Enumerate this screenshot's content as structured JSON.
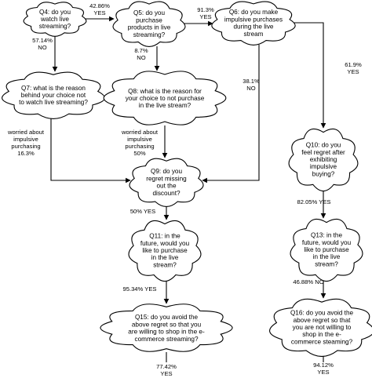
{
  "nodes": {
    "q4": [
      "Q4:  do you",
      "watch live",
      "streaming?"
    ],
    "q5": [
      "Q5:  do you",
      "purchase",
      "products in live",
      "streaming?"
    ],
    "q6": [
      "Q6:  do you make",
      "impulsive purchases",
      "during the live",
      "stream"
    ],
    "q7": [
      "Q7:  what is the reason",
      "behind your choice not",
      "to watch live streaming?"
    ],
    "q8": [
      "Q8:  what is the reason for",
      "your choice to not purchase",
      "in the live stream?"
    ],
    "q9": [
      "Q9:  do you",
      "regret missing",
      "out the",
      "discount?"
    ],
    "q10": [
      "Q10:  do you",
      "feel regret after",
      "exhibiting",
      "impulsive",
      "buying?"
    ],
    "q11": [
      "Q11:  in the",
      "future, would you",
      "like to purchase",
      "in the live",
      "stream?"
    ],
    "q13": [
      "Q13:  in the",
      "future, would you",
      "like to purchase",
      "in the live",
      "stream?"
    ],
    "q15": [
      "Q15:  do you avoid the",
      "above regret so that you",
      "are willing to shop in the e-",
      "commerce streaming?"
    ],
    "q16": [
      "Q16:  do you avoid the",
      "above regret so that",
      "you are not willing to",
      "shop in the e-",
      "commerce steaming?"
    ]
  },
  "edges": {
    "q4_q5": [
      "42.86%",
      "YES"
    ],
    "q5_q6": [
      "91.3%",
      "YES"
    ],
    "q4_q7": [
      "57.14%",
      "NO"
    ],
    "q5_q8": [
      "8.7%",
      "NO"
    ],
    "q6_q9": [
      "38.1%",
      "NO"
    ],
    "q6_q10": [
      "61.9%",
      "YES"
    ],
    "q7_q9": [
      "worried about",
      "impulsive",
      "purchasing",
      "16.3%"
    ],
    "q8_q9": [
      "worried about",
      "impulsive",
      "purchasing",
      "50%"
    ],
    "q9_q11": [
      "50%  YES"
    ],
    "q10_q13": [
      "82.05%  YES"
    ],
    "q11_q15": [
      "95.34% YES"
    ],
    "q13_q16": [
      "46.88%  NO"
    ],
    "q15_out": [
      "77.42%",
      "YES"
    ],
    "q16_out": [
      "94.12%",
      "YES"
    ]
  }
}
